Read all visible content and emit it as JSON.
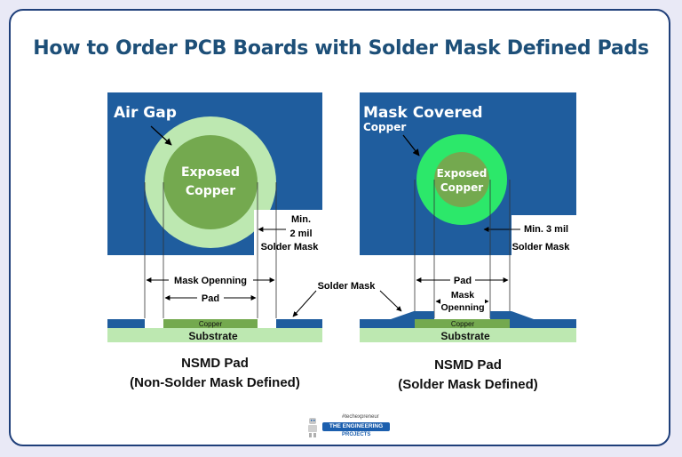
{
  "title": "How to Order PCB Boards with Solder Mask Defined Pads",
  "left_panel": {
    "heading": "Air Gap",
    "center_line1": "Exposed",
    "center_line2": "Copper",
    "min_line1": "Min.",
    "min_line2": "2 mil",
    "solder_mask": "Solder Mask",
    "mask_openning": "Mask Openning",
    "pad": "Pad",
    "copper": "Copper",
    "substrate": "Substrate",
    "caption_line1": "NSMD Pad",
    "caption_line2": "(Non-Solder Mask Defined)"
  },
  "right_panel": {
    "heading": "Mask Covered",
    "subheading": "Copper",
    "center_line1": "Exposed",
    "center_line2": "Copper",
    "min_text": "Min. 3 mil",
    "solder_mask": "Solder Mask",
    "pad": "Pad",
    "mask_line1": "Mask",
    "mask_line2": "Openning",
    "copper": "Copper",
    "substrate": "Substrate",
    "caption_line1": "NSMD Pad",
    "caption_line2": "(Solder Mask Defined)"
  },
  "shared_label": "Solder Mask",
  "logo": {
    "tagline": "#techexpreneur",
    "brand": "THE ENGINEERING",
    "sub": "PROJECTS"
  },
  "colors": {
    "board_blue": "#1f5d9e",
    "light_green": "#bde8b1",
    "pad_green": "#74a94f",
    "bright_green": "#2ce86a",
    "title_blue": "#1d4f78"
  }
}
